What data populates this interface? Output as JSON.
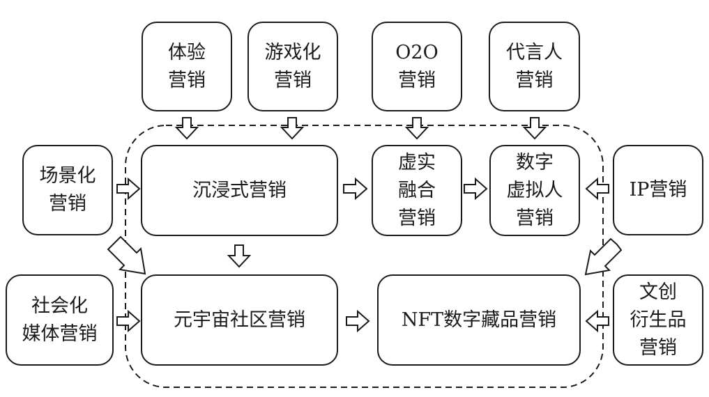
{
  "nodes": {
    "tiyan": "体验\n营销",
    "youxihua": "游戏化\n营销",
    "o2o": "O2O\n营销",
    "daiyanren": "代言人\n营销",
    "changjinghua": "场景化\n营销",
    "chenjinshi": "沉浸式营销",
    "xushironghe": "虚实\n融合\n营销",
    "shuzixuniren": "数字\n虚拟人\n营销",
    "ip": "IP营销",
    "shehuihua": "社会化\n媒体营销",
    "yuanyuzhou": "元宇宙社区营销",
    "nft": "NFT数字藏品营销",
    "wenchuang": "文创\n衍生品\n营销"
  },
  "colors": {
    "stroke": "#1a1a1a",
    "background": "#ffffff"
  }
}
